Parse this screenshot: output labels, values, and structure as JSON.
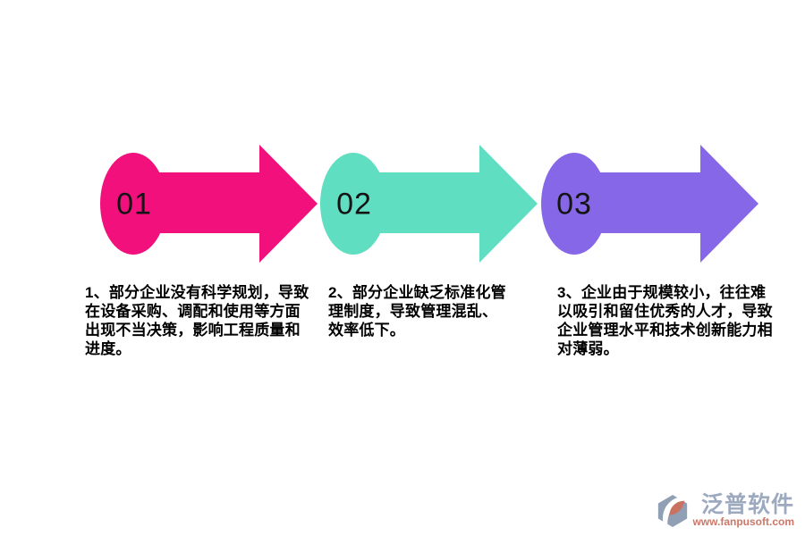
{
  "page": {
    "background_color": "#ffffff",
    "number_text_color": "#141414",
    "description_text_color": "#000000"
  },
  "steps": [
    {
      "number": "01",
      "color": "#F2107D",
      "lines": [
        "1、部分企业没有科学规划，导致",
        "在设备采购、调配和使用等方面",
        "出现不当决策，影响工程质量和",
        "进度。"
      ]
    },
    {
      "number": "02",
      "color": "#5FDEC2",
      "lines": [
        "2、部分企业缺乏标准化管",
        "理制度，导致管理混乱、",
        "效率低下。"
      ]
    },
    {
      "number": "03",
      "color": "#8667E8",
      "lines": [
        "3、企业由于规模较小，往往难",
        "以吸引和留住优秀的人才，导致",
        "企业管理水平和技术创新能力相",
        "对薄弱。"
      ]
    }
  ],
  "watermark": {
    "brand": "泛普软件",
    "url": "www.fanpusoft.com",
    "brand_color": "#8C9BB5",
    "url_color": "#C4604E",
    "logo_color": "#7E8FA9",
    "logo_accent_color": "#C15A47"
  }
}
